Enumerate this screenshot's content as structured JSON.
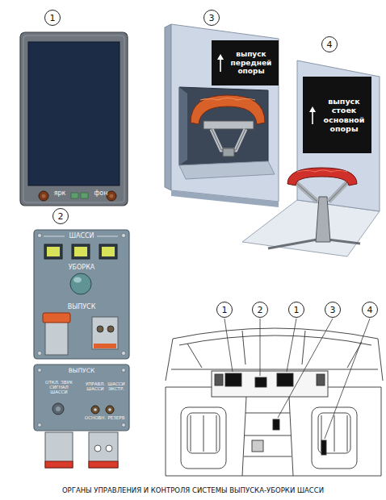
{
  "diagram": {
    "caption": "ОРГАНЫ УПРАВЛЕНИЯ И КОНТРОЛЯ СИСТЕМЫ ВЫПУСКА-УБОРКИ ШАССИ",
    "nodes": [
      {
        "text": [
          "1"
        ]
      },
      {
        "text": [
          "ярк",
          "фон"
        ]
      },
      {
        "text": [
          "3"
        ]
      },
      {
        "text": [
          "выпуск передней опоры"
        ]
      },
      {
        "text": [
          "4"
        ]
      },
      {
        "text": [
          "выпуск стоек основной опоры"
        ]
      },
      {
        "text": [
          "2"
        ]
      },
      {
        "text": [
          "ШАССИ",
          "УБОРКА",
          "ВЫПУСК"
        ]
      },
      {
        "text": [
          "ВЫПУСК",
          "ОТКЛ. ЗВУК СИГНАЛ ШАССИ",
          "УПРАВЛ. ШАССИ",
          "ШАССИ ЭКСТР.",
          "ОСНОВН.",
          "РЕЗЕРВ"
        ]
      },
      {
        "text": [
          "1"
        ]
      },
      {
        "text": [
          "2"
        ]
      },
      {
        "text": [
          "1"
        ]
      },
      {
        "text": [
          "3"
        ]
      },
      {
        "text": [
          "4"
        ]
      }
    ]
  }
}
